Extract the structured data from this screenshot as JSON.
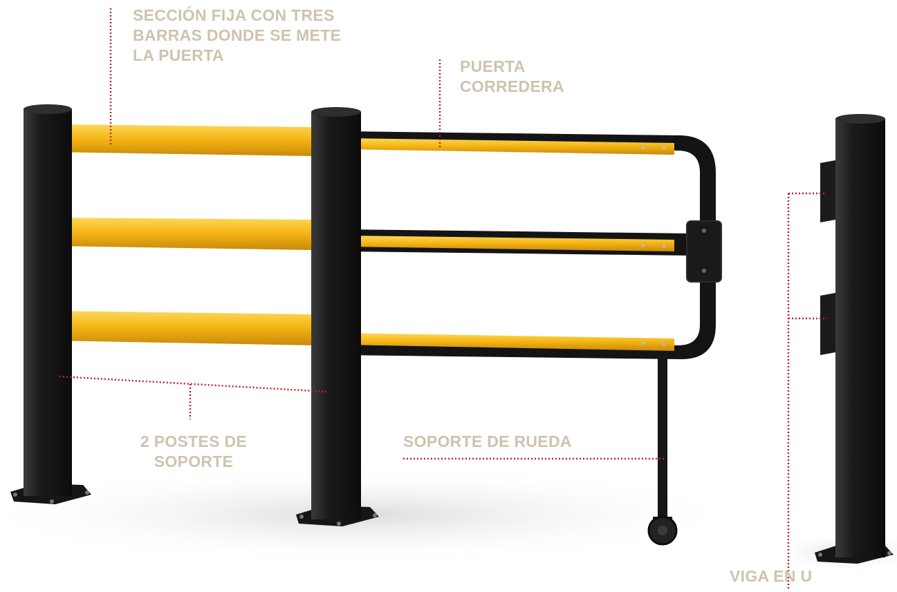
{
  "labels": {
    "fixed_section": [
      "SECCIÓN FIJA CON TRES",
      "BARRAS DONDE SE METE",
      "LA PUERTA"
    ],
    "sliding_door": [
      "PUERTA",
      "CORREDERA"
    ],
    "support_posts": [
      "2 POSTES DE",
      "SOPORTE"
    ],
    "wheel_support": "SOPORTE DE RUEDA",
    "u_beam": "VIGA EN U"
  },
  "colors": {
    "label_text": "#cfc3ad",
    "leader_line": "#c0202a",
    "post": "#1e1e1e",
    "bar_yellow": "#f6b716",
    "floor_shadow": "#ededed"
  }
}
